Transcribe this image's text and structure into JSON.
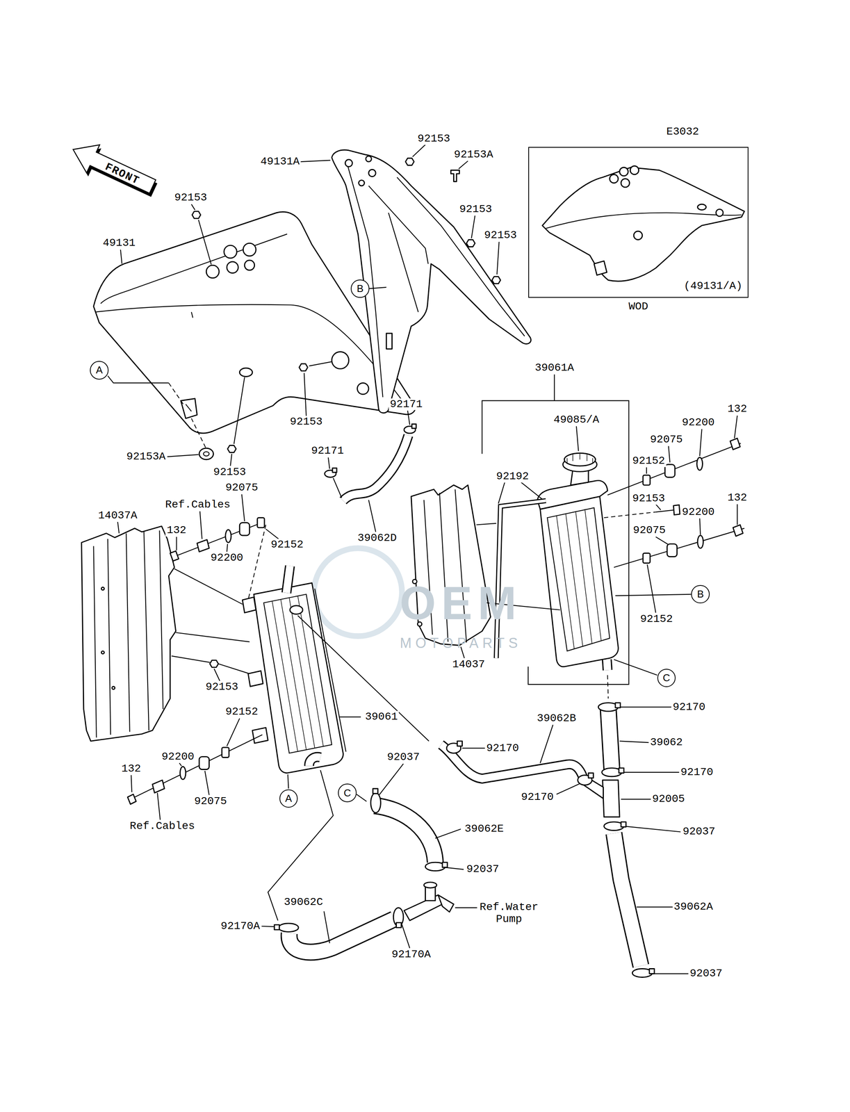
{
  "diagram": {
    "nodes": [
      {
        "text": [
          "FRONT"
        ]
      },
      {
        "text": [
          "(49131/A)",
          "WOD"
        ]
      },
      {
        "text": [
          "B"
        ]
      },
      {
        "text": [
          "A"
        ]
      },
      {
        "text": [
          "B"
        ]
      },
      {
        "text": [
          "C"
        ]
      },
      {
        "text": [
          "C"
        ]
      },
      {
        "text": [
          "A"
        ]
      }
    ],
    "labels": [
      "E3032",
      "92153",
      "92153A",
      "49131A",
      "92153",
      "92153",
      "92153",
      "49131",
      "39061A",
      "92171",
      "132",
      "49085/A",
      "92153",
      "92200",
      "92075",
      "92171",
      "92153A",
      "92152",
      "92153",
      "92192",
      "92075",
      "132",
      "92153",
      "Ref.Cables",
      "92200",
      "14037A",
      "132",
      "92075",
      "39062D",
      "92152",
      "92200",
      "OEM",
      "92152",
      "MOTOPARTS",
      "14037",
      "92153",
      "92170",
      "92152",
      "39061",
      "39062B",
      "39062",
      "92170",
      "92200",
      "92037",
      "132",
      "92170",
      "92170",
      "92005",
      "92075",
      "Ref.Cables",
      "39062E",
      "92037",
      "92037",
      "39062C",
      "39062A",
      "Ref.Water Pump",
      "92170A",
      "92170A",
      "92037"
    ]
  }
}
